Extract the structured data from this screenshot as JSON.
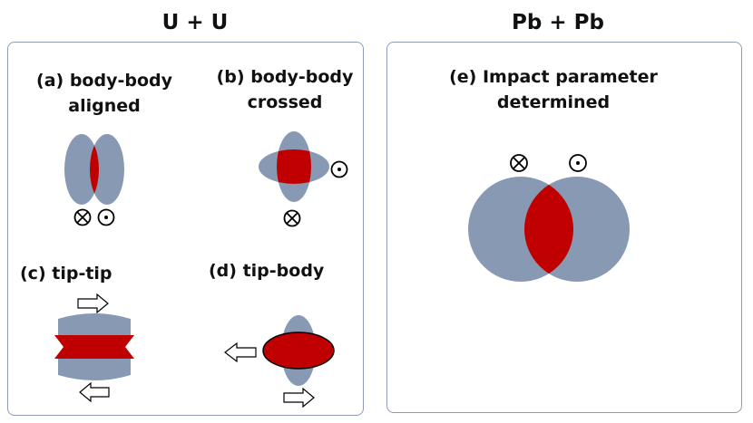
{
  "titles": {
    "left": "U + U",
    "right": "Pb + Pb"
  },
  "labels": {
    "a": {
      "line1": "(a) body-body",
      "line2": "aligned"
    },
    "b": {
      "line1": "(b) body-body",
      "line2": "crossed"
    },
    "c": "(c) tip-tip",
    "d": "(d) tip-body",
    "e": {
      "line1": "(e) Impact parameter",
      "line2": "determined"
    }
  },
  "colors": {
    "nucleus": "#8799b3",
    "overlap": "#c00000",
    "border": "#8e9bb3"
  },
  "symbols": {
    "into_page": "circle-cross-icon",
    "out_of_page": "circle-dot-icon",
    "motion": "hollow-arrow-icon"
  }
}
